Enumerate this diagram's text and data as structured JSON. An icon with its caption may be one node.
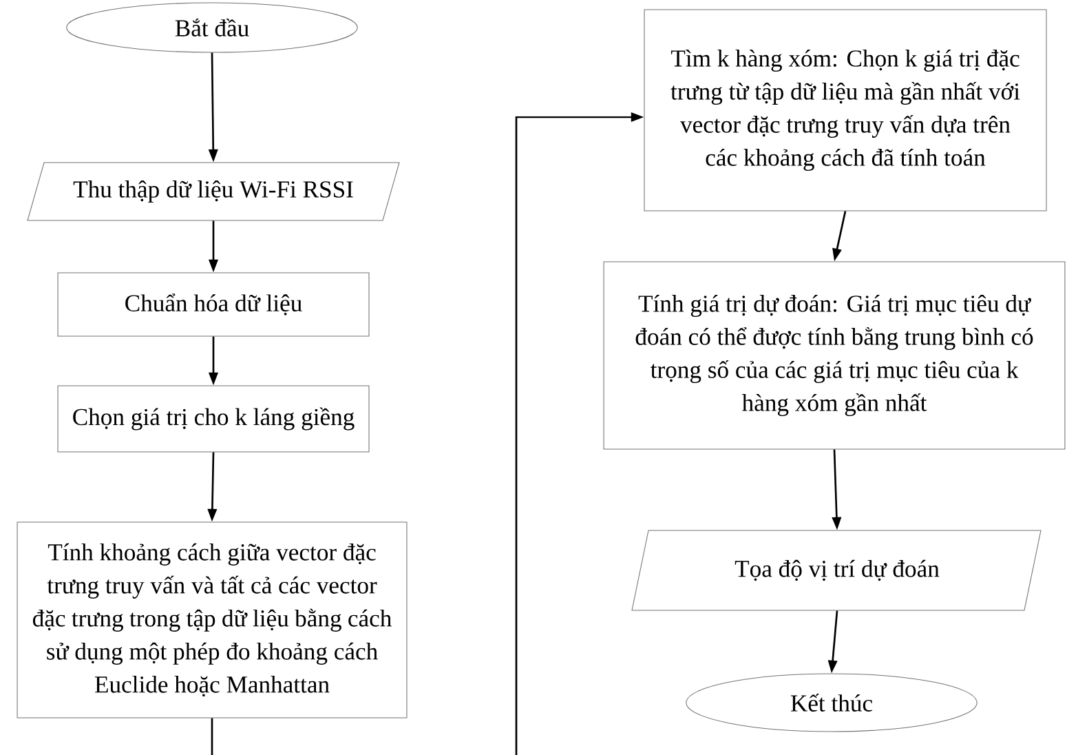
{
  "diagram": {
    "nodes": [
      {
        "text": [
          "Bắt đầu"
        ]
      },
      {
        "text": [
          "Thu thập dữ liệu Wi-Fi RSSI"
        ]
      },
      {
        "text": [
          "Chuẩn hóa dữ liệu"
        ]
      },
      {
        "text": [
          "Chọn giá trị cho k láng giềng"
        ]
      },
      {
        "text": [
          "Tính khoảng cách giữa vector đặc trưng truy vấn và tất cả các vector đặc trưng trong tập dữ liệu bằng cách sử dụng một phép đo khoảng cách Euclide hoặc  Manhattan"
        ]
      },
      {
        "text": [
          "Tìm k hàng xóm: Chọn k giá trị đặc trưng từ tập dữ liệu mà gần nhất với vector đặc trưng truy vấn dựa trên các khoảng cách đã tính toán"
        ]
      },
      {
        "text": [
          "Tính giá trị dự đoán: Giá trị mục tiêu dự đoán có thể được tính bằng trung bình có trọng số của các giá trị mục tiêu của k hàng xóm gần nhất"
        ]
      },
      {
        "text": [
          "Tọa độ vị trí dự đoán"
        ]
      },
      {
        "text": [
          "Kết thúc"
        ]
      }
    ],
    "edges": [
      {
        "from": 0,
        "to": 1,
        "arrow": "to"
      },
      {
        "from": 1,
        "to": 2,
        "arrow": "to"
      },
      {
        "from": 2,
        "to": 3,
        "arrow": "to"
      },
      {
        "from": 3,
        "to": 4,
        "arrow": "to"
      },
      {
        "from": 4,
        "to": null,
        "arrow": "none"
      },
      {
        "from": null,
        "to": 5,
        "arrow": "to"
      },
      {
        "from": 5,
        "to": 6,
        "arrow": "to"
      },
      {
        "from": 6,
        "to": 7,
        "arrow": "to"
      },
      {
        "from": 7,
        "to": 8,
        "arrow": "to"
      }
    ]
  }
}
